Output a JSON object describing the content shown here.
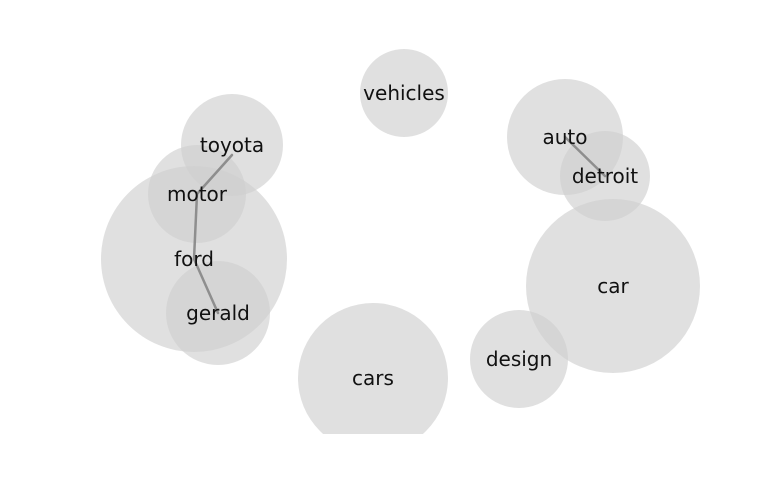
{
  "diagram": {
    "colors": {
      "bubble": "#cfcfcf",
      "edge": "#8e8e8e",
      "text": "#111111"
    },
    "nodes": [
      {
        "id": "ford",
        "label": "ford"
      },
      {
        "id": "motor",
        "label": "motor"
      },
      {
        "id": "toyota",
        "label": "toyota"
      },
      {
        "id": "gerald",
        "label": "gerald"
      },
      {
        "id": "vehicles",
        "label": "vehicles"
      },
      {
        "id": "auto",
        "label": "auto"
      },
      {
        "id": "detroit",
        "label": "detroit"
      },
      {
        "id": "car",
        "label": "car"
      },
      {
        "id": "design",
        "label": "design"
      },
      {
        "id": "cars",
        "label": "cars"
      }
    ],
    "edges": [
      {
        "from": "toyota",
        "to": "motor"
      },
      {
        "from": "motor",
        "to": "ford"
      },
      {
        "from": "ford",
        "to": "gerald"
      },
      {
        "from": "auto",
        "to": "detroit"
      }
    ]
  }
}
